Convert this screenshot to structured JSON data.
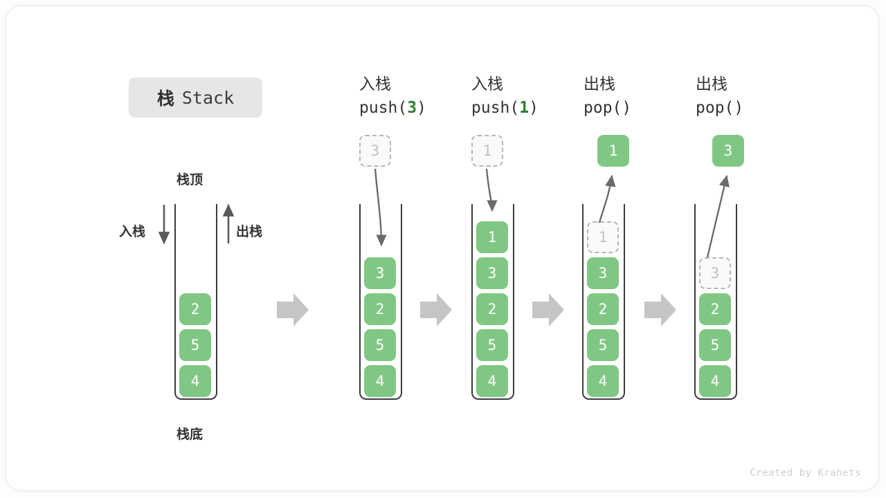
{
  "title": {
    "cn": "栈",
    "en": "Stack"
  },
  "labels": {
    "top": "栈顶",
    "bottom": "栈底",
    "push": "入栈",
    "pop": "出栈"
  },
  "credit": "Created by Krahets",
  "colors": {
    "filled": "#81c784",
    "ghost_border": "#b5b5b5",
    "ghost_text": "#c0c0c0",
    "accent_number": "#2e7d32",
    "arrow": "#6b6b6b",
    "block_arrow": "#c5c5c5",
    "container_wall": "#3a3a3a",
    "chip_bg": "#e6e6e6"
  },
  "operations": [
    {
      "cn": "入栈",
      "fn": "push(",
      "arg": "3",
      "close": ")"
    },
    {
      "cn": "入栈",
      "fn": "push(",
      "arg": "1",
      "close": ")"
    },
    {
      "cn": "出栈",
      "fn": "pop(",
      "arg": "",
      "close": ")"
    },
    {
      "cn": "出栈",
      "fn": "pop(",
      "arg": "",
      "close": ")"
    }
  ],
  "stacks": [
    {
      "name": "initial-stack",
      "cells": [
        {
          "value": "2",
          "state": "filled"
        },
        {
          "value": "5",
          "state": "filled"
        },
        {
          "value": "4",
          "state": "filled"
        }
      ]
    },
    {
      "name": "after-push-3",
      "cells": [
        {
          "value": "3",
          "state": "filled"
        },
        {
          "value": "2",
          "state": "filled"
        },
        {
          "value": "5",
          "state": "filled"
        },
        {
          "value": "4",
          "state": "filled"
        }
      ]
    },
    {
      "name": "after-push-1",
      "cells": [
        {
          "value": "1",
          "state": "filled"
        },
        {
          "value": "3",
          "state": "filled"
        },
        {
          "value": "2",
          "state": "filled"
        },
        {
          "value": "5",
          "state": "filled"
        },
        {
          "value": "4",
          "state": "filled"
        }
      ]
    },
    {
      "name": "after-pop-1",
      "cells": [
        {
          "value": "1",
          "state": "ghost"
        },
        {
          "value": "3",
          "state": "filled"
        },
        {
          "value": "2",
          "state": "filled"
        },
        {
          "value": "5",
          "state": "filled"
        },
        {
          "value": "4",
          "state": "filled"
        }
      ]
    },
    {
      "name": "after-pop-3",
      "cells": [
        {
          "value": "3",
          "state": "ghost"
        },
        {
          "value": "2",
          "state": "filled"
        },
        {
          "value": "5",
          "state": "filled"
        },
        {
          "value": "4",
          "state": "filled"
        }
      ]
    }
  ],
  "floating": [
    {
      "name": "push-source-3",
      "value": "3",
      "state": "ghost"
    },
    {
      "name": "push-source-1",
      "value": "1",
      "state": "ghost"
    },
    {
      "name": "popped-value-1",
      "value": "1",
      "state": "filled"
    },
    {
      "name": "popped-value-3",
      "value": "3",
      "state": "filled"
    }
  ]
}
